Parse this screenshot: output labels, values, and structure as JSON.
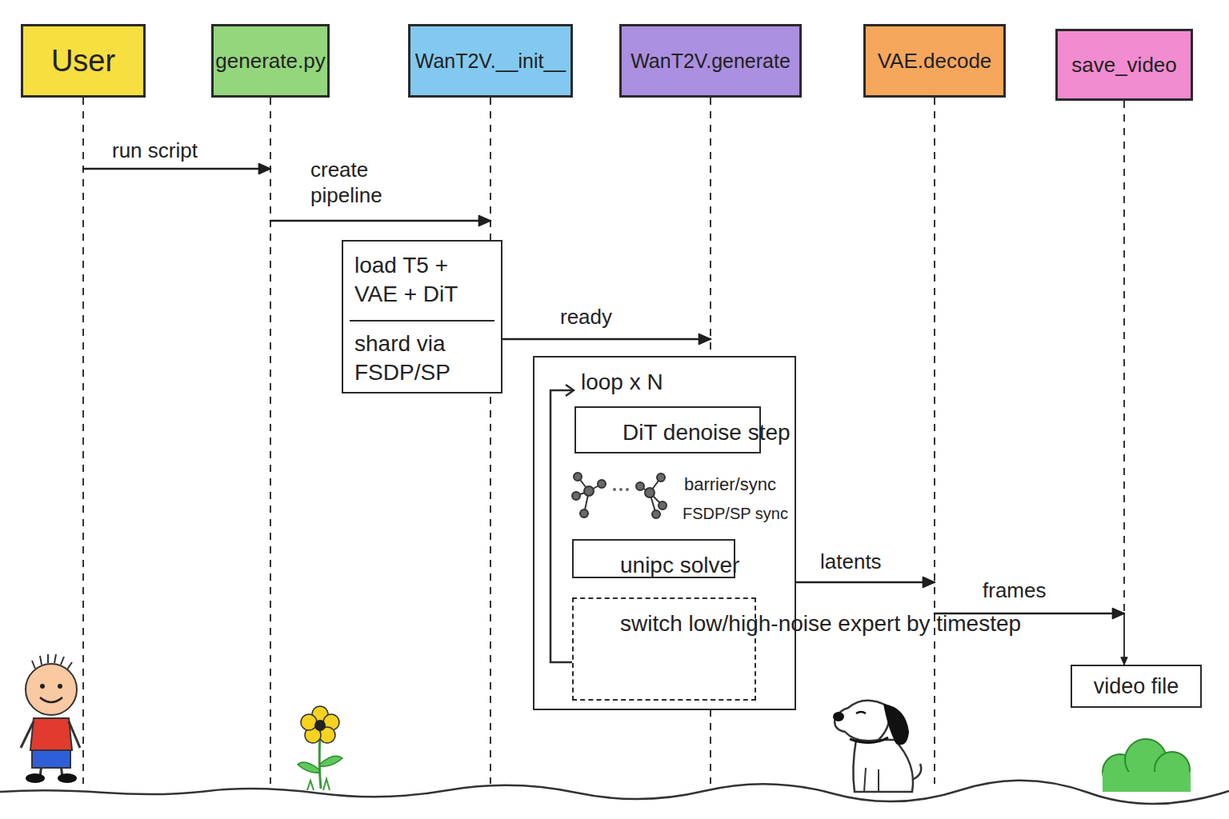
{
  "diagram": {
    "nodes": [
      {
        "text": [
          "User"
        ]
      },
      {
        "text": [
          "generate.py"
        ]
      },
      {
        "text": [
          "WanT2V.__init__"
        ]
      },
      {
        "text": [
          "WanT2V.generate"
        ]
      },
      {
        "text": [
          "VAE.decode"
        ]
      },
      {
        "text": [
          "save_video"
        ]
      },
      {
        "text": [
          "load T5 + VAE + DiT",
          "shard via FSDP/SP"
        ]
      },
      {
        "text": [
          "loop x N"
        ]
      },
      {
        "text": [
          "DiT denoise step"
        ],
        "in": 7
      },
      {
        "text": [
          "unipc solver"
        ],
        "in": 7
      },
      {
        "text": [
          "switch low/high-noise expert by timestep"
        ],
        "in": 7
      },
      {
        "text": [
          "video file"
        ]
      }
    ],
    "edges": [
      {
        "from": 0,
        "to": 1,
        "label": "run script",
        "arrow": "to"
      },
      {
        "from": 1,
        "to": 2,
        "label": "create pipeline",
        "arrow": "to"
      },
      {
        "from": 6,
        "to": 3,
        "label": "ready",
        "arrow": "to"
      },
      {
        "from": 7,
        "to": 4,
        "label": "latents",
        "arrow": "to"
      },
      {
        "from": 4,
        "to": 5,
        "label": "frames",
        "arrow": "to"
      },
      {
        "from": 5,
        "to": 11,
        "arrow": "to"
      }
    ],
    "labels": [
      "barrier/sync",
      "FSDP/SP sync"
    ]
  }
}
